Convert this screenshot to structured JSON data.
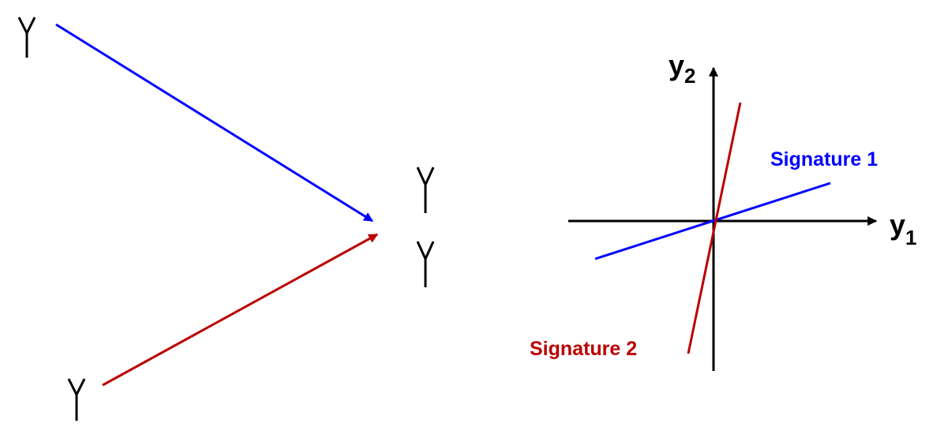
{
  "colors": {
    "signature1": "#0000ff",
    "signature2": "#bb0000",
    "foreground": "#000000",
    "background": "#ffffff"
  },
  "icons": {
    "antenna": "antenna-icon",
    "arrowhead": "arrowhead-icon"
  },
  "left_panel": {
    "transmitters": [
      {
        "name": "transmitter-1",
        "icon": "antenna-icon"
      },
      {
        "name": "transmitter-2",
        "icon": "antenna-icon"
      }
    ],
    "receiver_antennas": 2
  },
  "right_panel": {
    "axes": {
      "x": {
        "letter": "y",
        "subscript": "1"
      },
      "y": {
        "letter": "y",
        "subscript": "2"
      }
    },
    "signatures": [
      {
        "label": "Signature 1",
        "color_key": "signature1"
      },
      {
        "label": "Signature 2",
        "color_key": "signature2"
      }
    ]
  }
}
